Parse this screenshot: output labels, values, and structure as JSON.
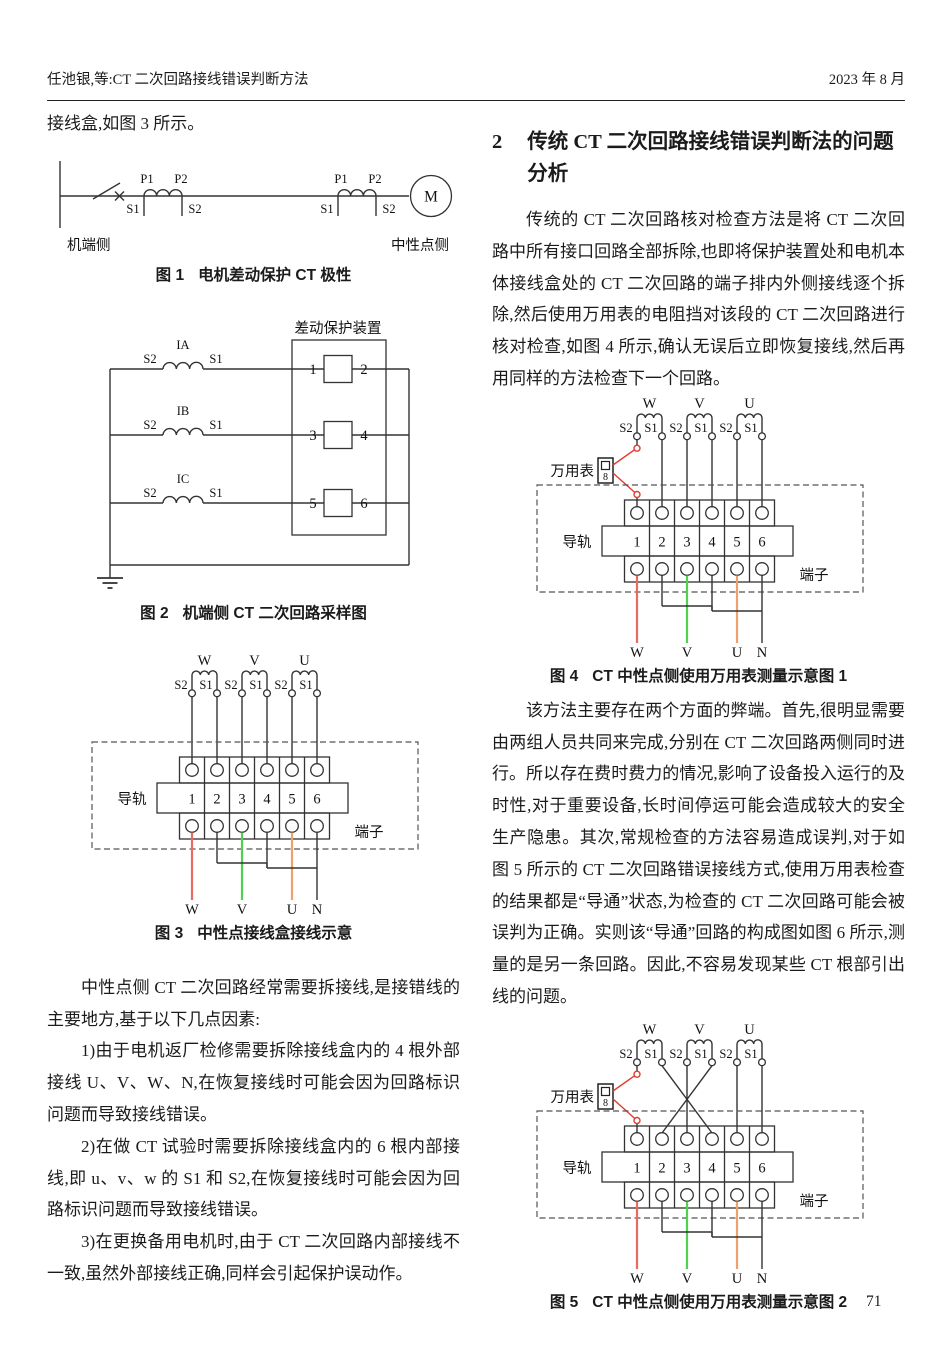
{
  "header": {
    "left": "任池银,等:CT 二次回路接线错误判断方法",
    "right": "2023 年 8 月"
  },
  "page_number": "71",
  "left_column": {
    "intro": "接线盒,如图 3 所示。",
    "paragraphs": [
      "中性点侧 CT 二次回路经常需要拆接线,是接错线的主要地方,基于以下几点因素:",
      "1)由于电机返厂检修需要拆除接线盒内的 4 根外部接线 U、V、W、N,在恢复接线时可能会因为回路标识问题而导致接线错误。",
      "2)在做 CT 试验时需要拆除接线盒内的 6 根内部接线,即 u、v、w 的 S1 和 S2,在恢复接线时可能会因为回路标识问题而导致接线错误。",
      "3)在更换备用电机时,由于 CT 二次回路内部接线不一致,虽然外部接线正确,同样会引起保护误动作。"
    ]
  },
  "section": {
    "number": "2",
    "title": "传统 CT 二次回路接线错误判断法的问题分析"
  },
  "right_column": {
    "paragraph1": "传统的 CT 二次回路核对检查方法是将 CT 二次回路中所有接口回路全部拆除,也即将保护装置处和电机本体接线盒处的 CT 二次回路的端子排内外侧接线逐个拆除,然后使用万用表的电阻挡对该段的 CT 二次回路进行核对检查,如图 4 所示,确认无误后立即恢复接线,然后再用同样的方法检查下一个回路。",
    "paragraph2": "该方法主要存在两个方面的弊端。首先,很明显需要由两组人员共同来完成,分别在 CT 二次回路两侧同时进行。所以存在费时费力的情况,影响了设备投入运行的及时性,对于重要设备,长时间停运可能会造成较大的安全生产隐患。其次,常规检查的方法容易造成误判,对于如图 5 所示的 CT 二次回路错误接线方式,使用万用表检查的结果都是“导通”状态,为检查的 CT 二次回路可能会被误判为正确。实则该“导通”回路的构成图如图 6 所示,测量的是另一条回路。因此,不容易发现某些 CT 根部引出线的问题。"
  },
  "figure1": {
    "caption_no": "图 1",
    "caption_title": "电机差动保护 CT 极性",
    "p1": "P1",
    "p2": "P2",
    "s1": "S1",
    "s2": "S2",
    "motor": "M",
    "left_label": "机端侧",
    "right_label": "中性点侧"
  },
  "figure2": {
    "caption_no": "图 2",
    "caption_title": "机端侧 CT 二次回路采样图",
    "device": "差动保护装置",
    "rows": [
      {
        "s2": "S2",
        "coil": "IA",
        "s1": "S1",
        "left": "1",
        "right": "2"
      },
      {
        "s2": "S2",
        "coil": "IB",
        "s1": "S1",
        "left": "3",
        "right": "4"
      },
      {
        "s2": "S2",
        "coil": "IC",
        "s1": "S1",
        "left": "5",
        "right": "6"
      }
    ]
  },
  "figure3": {
    "caption_no": "图 3",
    "caption_title": "中性点接线盒接线示意"
  },
  "figure4": {
    "caption_no": "图 4",
    "caption_title": "CT 中性点侧使用万用表测量示意图 1"
  },
  "figure5": {
    "caption_no": "图 5",
    "caption_title": "CT 中性点侧使用万用表测量示意图 2"
  },
  "terminal_block": {
    "groups": [
      {
        "name": "W",
        "s2": "S2",
        "s1": "S1"
      },
      {
        "name": "V",
        "s2": "S2",
        "s1": "S1"
      },
      {
        "name": "U",
        "s2": "S2",
        "s1": "S1"
      }
    ],
    "numbers": [
      "1",
      "2",
      "3",
      "4",
      "5",
      "6"
    ],
    "rail": "导轨",
    "terminal": "端子",
    "multimeter": "万用表",
    "meter_glyph": "8",
    "bottom": [
      "W",
      "V",
      "U",
      "N"
    ],
    "colors": {
      "w": "#e96a60",
      "v": "#4fd34f",
      "u": "#f0a06a",
      "probe": "#e23b30"
    }
  }
}
